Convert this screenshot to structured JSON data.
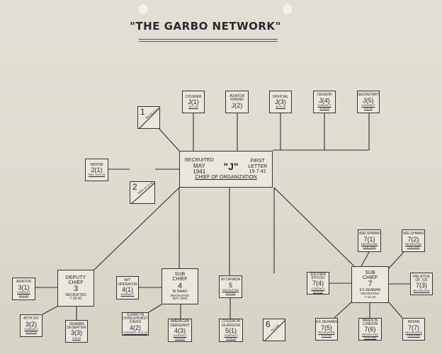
{
  "title": "\"THE GARBO NETWORK\"",
  "center": {
    "recruited": "RECRUITED",
    "may": "MAY",
    "year": "1941",
    "code": "\"J\"",
    "first": "FIRST",
    "letter": "LETTER",
    "letter_date": "15·7·41",
    "role": "CHIEF OF ORGANIZATION"
  },
  "top_agents": [
    {
      "name": "COURIER",
      "code": "J(1)",
      "note": "15·7·41"
    },
    {
      "name": "AVIATOR FRIEND",
      "code": "J(2)",
      "note": ""
    },
    {
      "name": "OFFICIAL",
      "code": "J(3)",
      "note": "16·2·43"
    },
    {
      "name": "CENSOR",
      "code": "J(4)",
      "note": "CONTACT 10·6·43"
    },
    {
      "name": "SECRETARY",
      "code": "J(5)",
      "note": "CONTACT 4·5·43"
    }
  ],
  "agent1": {
    "num": "1",
    "note": "RECRUITED 15·8·41"
  },
  "agent2": {
    "num": "2",
    "note": "DIED 24·11·42"
  },
  "widow": {
    "name": "WIDOW",
    "code": "2(1)",
    "note": "REC 10·3·43"
  },
  "agent6": {
    "num": "6",
    "note": "KILLED"
  },
  "deputy": {
    "line1": "DEPUTY",
    "line2": "CHIEF",
    "num": "3",
    "note": "RECRUITED",
    "date": "7·10·41"
  },
  "deputy_subs": [
    {
      "name": "AVIATOR",
      "code": "3(1)",
      "note": "CONTACT 13·2·43"
    },
    {
      "name": "49TH DIV",
      "code": "3(2)",
      "note": "CONTACT 11·10·42"
    },
    {
      "name": "SEAMAN DESERTER",
      "code": "3(3)",
      "note": "8·6·43"
    }
  ],
  "sub4": {
    "line1": "SUB",
    "line2": "CHIEF",
    "num": "4",
    "place": "IN NAAFI",
    "note": "RECRUITED",
    "date": "MAY 1943"
  },
  "sub4_subs": [
    {
      "name": "W/T OPERATOR",
      "code": "4(1)",
      "note": "CONTACT"
    },
    {
      "name": "GUARD IN CHISLEHURST CAVES",
      "code": "4(2)",
      "note": "CONTACT 12·6·43"
    },
    {
      "name": "AMERICAN SERGEANT",
      "code": "4(3)",
      "note": "CONTACT 20·4·43"
    }
  ],
  "agent5": {
    "name": "IN CANADA",
    "code": "5",
    "note": "RECRUITED 10·5·42"
  },
  "agent5_sub": {
    "name": "COUSIN IN GLASGOW",
    "code": "5(1)",
    "note": "CONTACT 12·6·43"
  },
  "sub7": {
    "line1": "SUB",
    "line2": "CHIEF",
    "num": "7",
    "place": "EX-SEAMAN",
    "note": "RECRUITED",
    "date": "7·12·42"
  },
  "sub7_subs": [
    {
      "name": "WELSHMAN",
      "code": "7(1)",
      "note": "RECRUITED FEB 1944"
    },
    {
      "name": "WELSHMAN",
      "code": "7(2)",
      "note": "RECRUITED FEB 1944"
    },
    {
      "name": "RELATIVE OF 7(2)",
      "code": "7(3)",
      "note": "RECRUITED"
    },
    {
      "name": "SOLDIER 9TH DIV",
      "code": "7(4)",
      "note": "CONTACT 16·3·43"
    },
    {
      "name": "EX-SEAMAN",
      "code": "7(5)",
      "note": "RECRUITED 6·12·43"
    },
    {
      "name": "WREN IN LONDON",
      "code": "7(6)",
      "note": "RECRUITED FEB 1944"
    },
    {
      "name": "INDIAN",
      "code": "7(7)",
      "note": "RECRUITED FEB 1944"
    }
  ]
}
